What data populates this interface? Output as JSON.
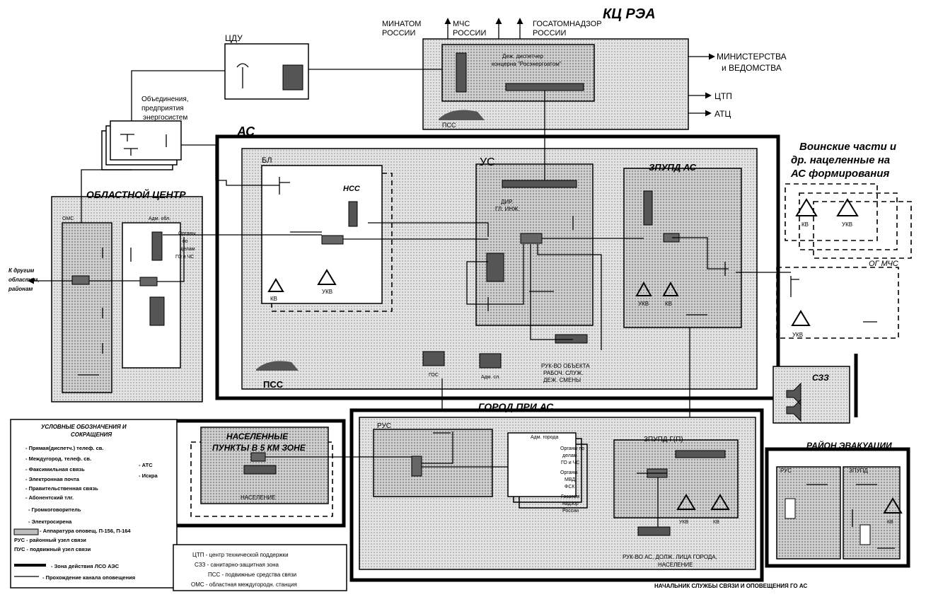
{
  "top": {
    "kc_rea": "КЦ РЭА",
    "minatom": [
      "МИНАТОМ",
      "РОССИИ"
    ],
    "mchs": [
      "МЧС",
      "РОССИИ"
    ],
    "gosatom": [
      "ГОСАТОМНАДЗОР",
      "РОССИИ"
    ],
    "ministries": [
      "МИНИСТЕРСТВА",
      "и ВЕДОМСТВА"
    ],
    "ctp": "ЦТП",
    "atc": "АТЦ",
    "dispatcher": [
      "Деж. диспетчер",
      "концерна \"Росэнергоатом\""
    ],
    "pss": "ПСС"
  },
  "cdu": "ЦДУ",
  "energy": [
    "Объединения,",
    "предприятия",
    "энергосистем"
  ],
  "as_zone": {
    "title": "АС",
    "bl": "БЛ",
    "nss": "НСС",
    "kv": "КВ",
    "ukv": "УКВ",
    "us": "УС",
    "dir": [
      "ДИР.",
      "ГЛ. ИНЖ."
    ],
    "zpupl_as": "ЗПУПД АС",
    "pss": "ПСС",
    "gos": "ГОС",
    "adm_sl": "Адм. сл.",
    "ruk": [
      "РУК-ВО ОБЪЕКТА",
      "РАБОЧ. СЛУЖ.",
      "ДЕЖ. СМЕНЫ"
    ]
  },
  "military": {
    "title": [
      "Воинские части и",
      "др. нацеленные на",
      "АС формирования"
    ],
    "kv": "КВ",
    "ukv": "УКВ",
    "og_mchs": "ОГ МЧС",
    "ukv2": "УКВ"
  },
  "region": {
    "title": "ОБЛАСТНОЙ ЦЕНТР",
    "oms": "ОМС",
    "adm": "Адм. обл.",
    "organs": [
      "Органы",
      "по",
      "делам",
      "ГО и ЧС"
    ],
    "others": [
      "К другим",
      "областям,",
      "районам"
    ]
  },
  "szz": "СЗЗ",
  "city": {
    "title": "ГОРОД ПРИ АС",
    "rus": "РУС",
    "adm": "Адм. города",
    "organs": [
      "Органы по",
      "делам",
      "ГО и ЧС",
      "Органы",
      "МВД",
      "ФСК",
      "Госатом",
      "надзор",
      "России"
    ],
    "zpupd": "ЗПУПД Г(П)",
    "ukv": "УКВ",
    "kv": "КВ",
    "ruk": [
      "РУК-ВО АС, ДОЛЖ. ЛИЦА ГОРОДА,",
      "НАСЕЛЕНИЕ"
    ]
  },
  "settlements": {
    "title": [
      "НАСЕЛЕННЫЕ",
      "ПУНКТЫ В 5 КМ ЗОНЕ"
    ],
    "population": "НАСЕЛЕНИЕ"
  },
  "evac": {
    "title": "РАЙОН ЭВАКУАЦИИ",
    "rus": "РУС",
    "zpupd": "ЗПУПД",
    "kv": "КВ"
  },
  "legend": {
    "title": [
      "УСЛОВНЫЕ ОБОЗНАЧЕНИЯ И",
      "СОКРАЩЕНИЯ"
    ],
    "items": [
      "- Прямая(диспетч.) телеф. св.",
      "- Междугород. телеф. св.",
      "- Факсимильная связь",
      "- Электронная почта",
      "- Правительственная связь",
      "- Абонентский тлг.",
      "- Громкоговоритель",
      "- Электросирена",
      "- Аппаратура оповещ. П-156, П-164",
      "РУС - районный узел связи",
      "ПУС - подвижный узел связи",
      "- Зона действия ЛСО АЭС",
      "- Прохождение канала оповещения"
    ],
    "atc": "- АТС",
    "iskra": "- Искра",
    "abbr": [
      "ЦТП - центр технической поддержки",
      "СЗЗ - санитарно-защитная зона",
      "ПСС - подвижные средства связи",
      "ОМС - областная междугородн. станция"
    ]
  },
  "footer": "НАЧАЛЬНИК СЛУЖБЫ СВЯЗИ И ОПОВЕЩЕНИЯ ГО АС"
}
